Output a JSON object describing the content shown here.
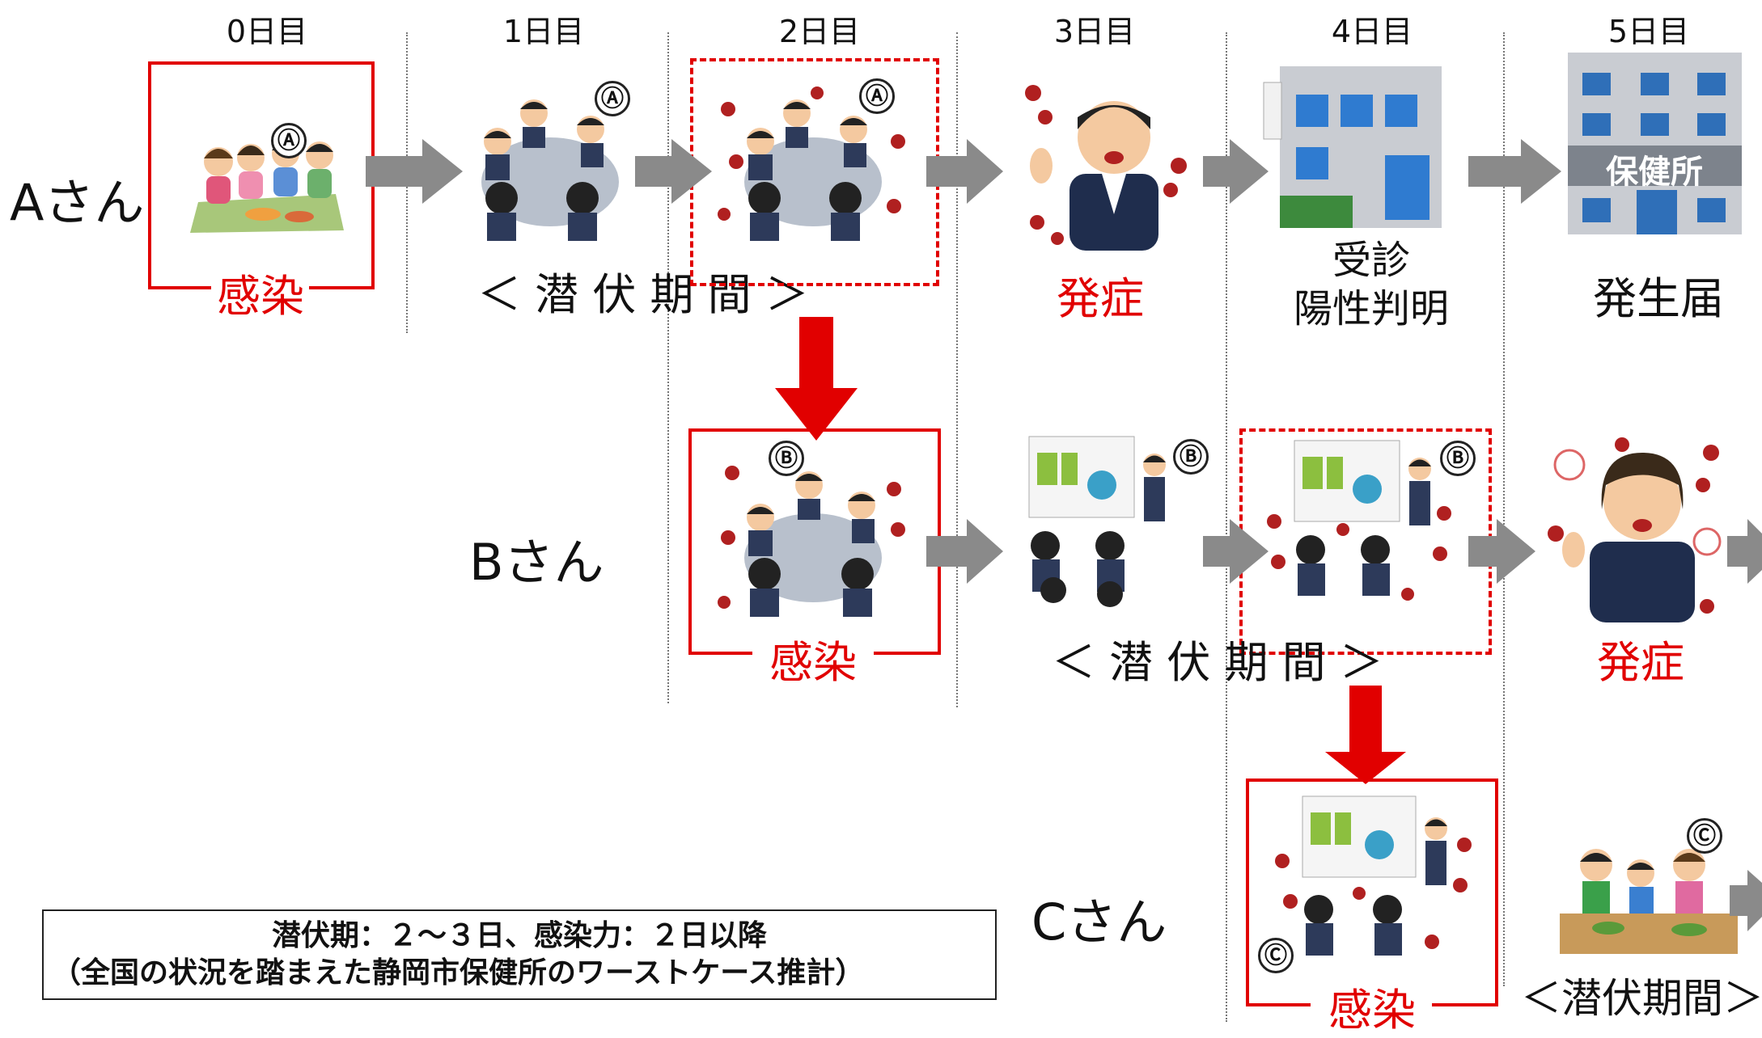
{
  "days": [
    "0日目",
    "1日目",
    "2日目",
    "3日目",
    "4日目",
    "5日目"
  ],
  "persons": {
    "a": "Aさん",
    "b": "Bさん",
    "c": "Cさん"
  },
  "labels": {
    "infection": "感染",
    "latent_a": "＜ 潜 伏 期 間 ＞",
    "onset": "発症",
    "consult_line1": "受診",
    "consult_line2": "陽性判明",
    "notification": "発生届",
    "latent_b": "＜ 潜 伏 期 間 ＞",
    "latent_c": "＜潜伏期間＞"
  },
  "markers": {
    "a": "Ⓐ",
    "b": "Ⓑ",
    "c": "Ⓒ"
  },
  "clinic_sign": "保健所",
  "note": {
    "line1": "潜伏期：２～３日、感染力：２日以降",
    "line2": "（全国の状況を踏まえた静岡市保健所のワーストケース推計）"
  },
  "colors": {
    "red": "#e10000",
    "arrow_gray": "#8a8a8a"
  }
}
